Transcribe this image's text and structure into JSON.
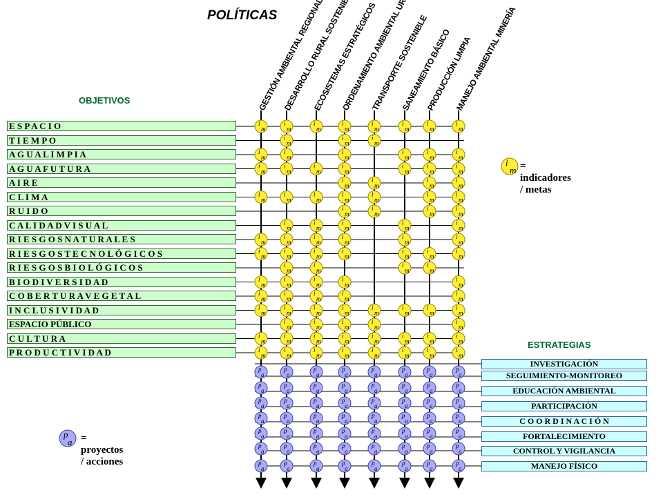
{
  "title": "POLÍTICAS",
  "objectives_header": "OBJETIVOS",
  "strategies_header": "ESTRATEGIAS",
  "policies": [
    "GESTIÓN AMBIENTAL REGIONAL",
    "DESARROLLO RURAL SOSTENIBLE",
    "ECOSISTEMAS ESTRATÉGICOS",
    "ORDENAMIENTO AMBIENTAL URBANO",
    "TRANSPORTE SOSTENIBLE",
    "SANEAMIENTO BÁSICO",
    "PRODUCCIÓN LIMPIA",
    "MANEJO AMBIENTAL MINERÍA"
  ],
  "objectives": [
    "E S P A C I O",
    "T I E M P O",
    "A G U A   L I M P I A",
    "A G U A   F U T U R A",
    "A I R E",
    "C L I M A",
    "R U I D O",
    "C A L I D A D   V I S U A L",
    "R I E S G O S  N A T U R A L E S",
    "R I E S G O S   T E C N O L Ó G I C O S",
    "R I E S G O S   B I O L Ó G I C O S",
    "B I O D I V E R S I D A D",
    "C O B E R T U R A   V E G E T A L",
    "I N C L U S I V I D A D",
    "ESPACIO PÚBLICO",
    "C U L T U R A",
    "P R O D U C T I V I D A D"
  ],
  "matrix": [
    [
      1,
      1,
      1,
      1,
      1,
      1,
      1,
      1
    ],
    [
      0,
      1,
      0,
      1,
      1,
      0,
      0,
      0
    ],
    [
      1,
      1,
      0,
      1,
      0,
      1,
      1,
      1
    ],
    [
      1,
      1,
      1,
      1,
      0,
      1,
      1,
      1
    ],
    [
      0,
      0,
      0,
      1,
      1,
      0,
      1,
      1
    ],
    [
      1,
      1,
      1,
      1,
      1,
      0,
      1,
      1
    ],
    [
      0,
      0,
      0,
      1,
      1,
      0,
      1,
      1
    ],
    [
      0,
      1,
      1,
      1,
      0,
      1,
      0,
      1
    ],
    [
      1,
      1,
      1,
      1,
      0,
      1,
      0,
      1
    ],
    [
      1,
      1,
      1,
      1,
      0,
      1,
      1,
      1
    ],
    [
      0,
      1,
      1,
      0,
      0,
      1,
      1,
      0
    ],
    [
      1,
      1,
      1,
      1,
      0,
      0,
      0,
      1
    ],
    [
      1,
      1,
      1,
      1,
      0,
      0,
      0,
      1
    ],
    [
      1,
      1,
      1,
      1,
      1,
      1,
      1,
      1
    ],
    [
      0,
      1,
      1,
      1,
      1,
      0,
      0,
      1
    ],
    [
      1,
      1,
      1,
      1,
      1,
      1,
      1,
      1
    ],
    [
      1,
      1,
      1,
      1,
      1,
      1,
      1,
      1
    ]
  ],
  "indicator_symbol": {
    "top": "i",
    "bottom": "m"
  },
  "indicator_legend": "=  indicadores / metas",
  "strategies": [
    "INVESTIGACIÓN",
    "SEGUIMIENTO-MONITOREO",
    "EDUCACIÓN AMBIENTAL",
    "PARTICIPACIÓN",
    "C O O R D I N A C I Ó N",
    "FORTALECIMIENTO",
    "CONTROL Y VIGILANCIA",
    "MANEJO FÍSICO"
  ],
  "project_symbol": {
    "top": "p",
    "bottom": "a"
  },
  "project_legend": "=  proyectos / acciones",
  "colors": {
    "objective_fill": "#ccffcc",
    "strategy_fill": "#ccffff",
    "indicator_fill": "#ffee33",
    "indicator_stroke": "#998800",
    "project_fill": "#aaaaff",
    "project_stroke": "#444499",
    "header_green": "#006633"
  }
}
